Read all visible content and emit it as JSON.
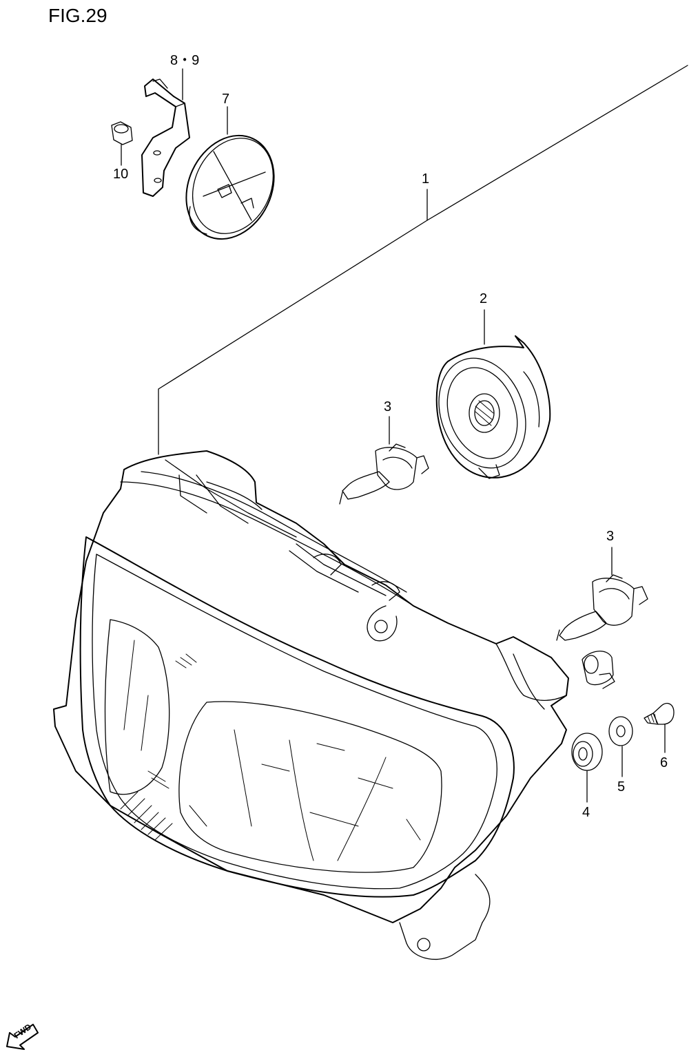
{
  "figure": {
    "title": "FIG.29"
  },
  "callouts": [
    {
      "id": "callout-1",
      "label": "1"
    },
    {
      "id": "callout-2",
      "label": "2"
    },
    {
      "id": "callout-3a",
      "label": "3"
    },
    {
      "id": "callout-3b",
      "label": "3"
    },
    {
      "id": "callout-4",
      "label": "4"
    },
    {
      "id": "callout-5",
      "label": "5"
    },
    {
      "id": "callout-6",
      "label": "6"
    },
    {
      "id": "callout-7",
      "label": "7"
    },
    {
      "id": "callout-8-9",
      "label": "8・9"
    },
    {
      "id": "callout-10",
      "label": "10"
    }
  ],
  "direction_marker": {
    "label": "FWD",
    "icon": "fwd-arrow-icon"
  }
}
